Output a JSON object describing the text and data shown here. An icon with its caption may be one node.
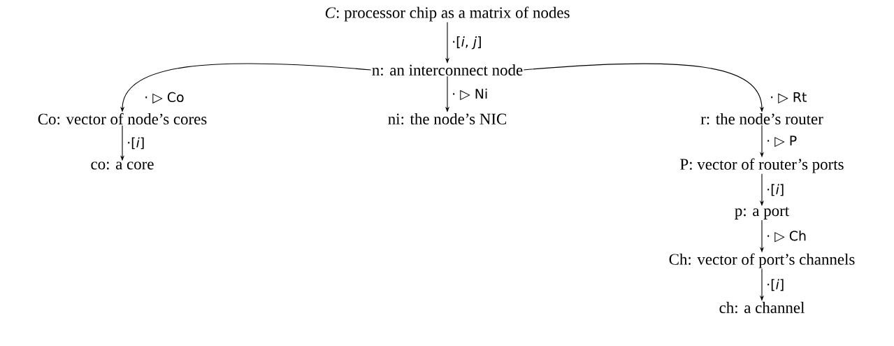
{
  "diagram": {
    "nodes": [
      {
        "text": [
          "*C*: processor chip as a matrix of nodes"
        ]
      },
      {
        "text": [
          "n: an interconnect node"
        ]
      },
      {
        "text": [
          "Co: vector of node’s cores"
        ]
      },
      {
        "text": [
          "ni: the node’s NIC"
        ]
      },
      {
        "text": [
          "r: the node’s router"
        ]
      },
      {
        "text": [
          "co: a core"
        ]
      },
      {
        "text": [
          "P: vector of router’s ports"
        ]
      },
      {
        "text": [
          "p: a port"
        ]
      },
      {
        "text": [
          "Ch: vector of port’s channels"
        ]
      },
      {
        "text": [
          "ch: a channel"
        ]
      }
    ],
    "edges": [
      {
        "from": 0,
        "to": 1,
        "arrow": "to",
        "label": "·[*i*, *j*]"
      },
      {
        "from": 1,
        "to": 2,
        "arrow": "to",
        "label": "· ▷ Co"
      },
      {
        "from": 1,
        "to": 3,
        "arrow": "to",
        "label": "· ▷ Ni"
      },
      {
        "from": 1,
        "to": 4,
        "arrow": "to",
        "label": "· ▷ Rt"
      },
      {
        "from": 2,
        "to": 5,
        "arrow": "to",
        "label": "·[*i*]"
      },
      {
        "from": 4,
        "to": 6,
        "arrow": "to",
        "label": "· ▷ P"
      },
      {
        "from": 6,
        "to": 7,
        "arrow": "to",
        "label": "·[*i*]"
      },
      {
        "from": 7,
        "to": 8,
        "arrow": "to",
        "label": "· ▷ Ch"
      },
      {
        "from": 8,
        "to": 9,
        "arrow": "to",
        "label": "·[*i*]"
      }
    ]
  }
}
